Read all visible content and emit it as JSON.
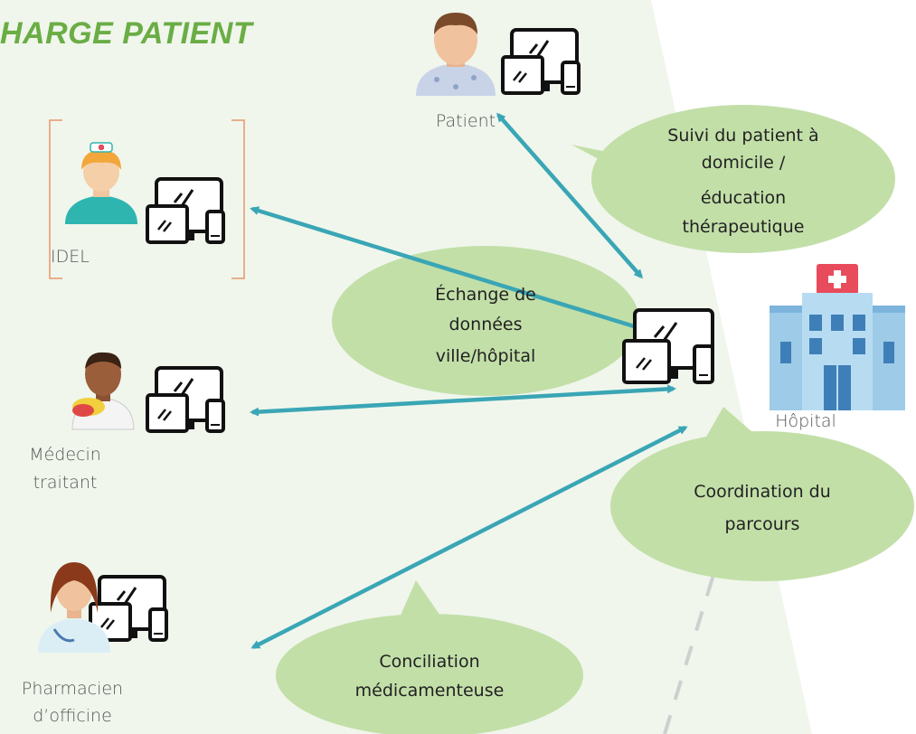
{
  "title": "HARGE PATIENT",
  "actors": {
    "patient": "Patient",
    "idel": "IDEL",
    "medecin": [
      "Médecin",
      "traitant"
    ],
    "pharmacien": [
      "Pharmacien",
      "d’officine"
    ],
    "hopital": "Hôpital"
  },
  "bubbles": {
    "suivi": [
      "Suivi du patient à",
      "domicile /",
      "éducation",
      "thérapeutique"
    ],
    "echange": [
      "Échange de",
      "données",
      "ville/hôpital"
    ],
    "coordination": [
      "Coordination du",
      "parcours"
    ],
    "conciliation": [
      "Conciliation",
      "médicamenteuse"
    ]
  },
  "colors": {
    "title_green": "#6aad45",
    "zone_fill": "#f0f6ec",
    "bubble_fill": "#c2dfa8",
    "arrow": "#3aa6b5",
    "bracket": "#e8956b"
  }
}
